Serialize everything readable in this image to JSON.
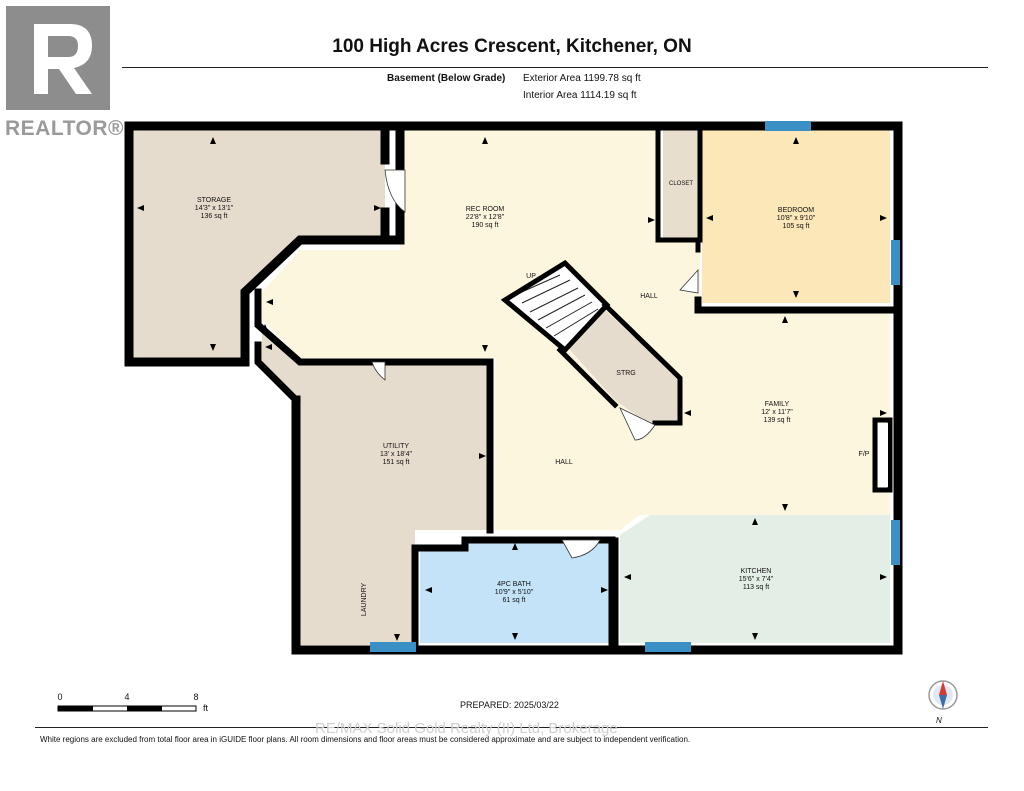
{
  "header": {
    "title": "100 High Acres Crescent, Kitchener, ON",
    "floor_label": "Basement (Below Grade)",
    "exterior_area": "Exterior Area 1199.78 sq ft",
    "interior_area": "Interior Area 1114.19 sq ft"
  },
  "logo": {
    "text": "REALTOR®"
  },
  "rooms": {
    "storage": {
      "name": "STORAGE",
      "dims": "14'3\" x 13'1\"",
      "area": "136 sq ft"
    },
    "rec_room": {
      "name": "REC ROOM",
      "dims": "22'8\" x 12'8\"",
      "area": "190 sq ft"
    },
    "closet": {
      "name": "CLOSET"
    },
    "bedroom": {
      "name": "BEDROOM",
      "dims": "10'8\" x 9'10\"",
      "area": "105 sq ft"
    },
    "utility": {
      "name": "UTILITY",
      "dims": "13' x 18'4\"",
      "area": "151 sq ft"
    },
    "laundry": {
      "name": "LAUNDRY"
    },
    "family": {
      "name": "FAMILY",
      "dims": "12' x 11'7\"",
      "area": "139 sq ft"
    },
    "bath": {
      "name": "4PC BATH",
      "dims": "10'9\" x 5'10\"",
      "area": "61 sq ft"
    },
    "kitchen": {
      "name": "KITCHEN",
      "dims": "15'6\" x 7'4\"",
      "area": "113 sq ft"
    }
  },
  "labels": {
    "up": "UP",
    "hall_upper": "HALL",
    "hall_lower": "HALL",
    "strg": "STRG",
    "fp": "F/P"
  },
  "scale": {
    "ticks": [
      "0",
      "4",
      "8"
    ],
    "unit": "ft"
  },
  "footer": {
    "prepared": "PREPARED: 2025/03/22",
    "watermark": "RE/MAX Solid Gold Realty (II) Ltd, Brokerage",
    "disclaimer": "White regions are excluded from total floor area in iGUIDE floor plans. All room dimensions and floor areas must be considered approximate and are subject to independent verification.",
    "north": "N"
  },
  "colors": {
    "wall": "#000000",
    "storage": "#e6dccd",
    "utility": "#e6dccd",
    "hall": "#fdf6df",
    "bedroom": "#fbe7b8",
    "bath": "#c4e2f8",
    "kitchen": "#e3efe6",
    "window": "#3a8fc4"
  }
}
